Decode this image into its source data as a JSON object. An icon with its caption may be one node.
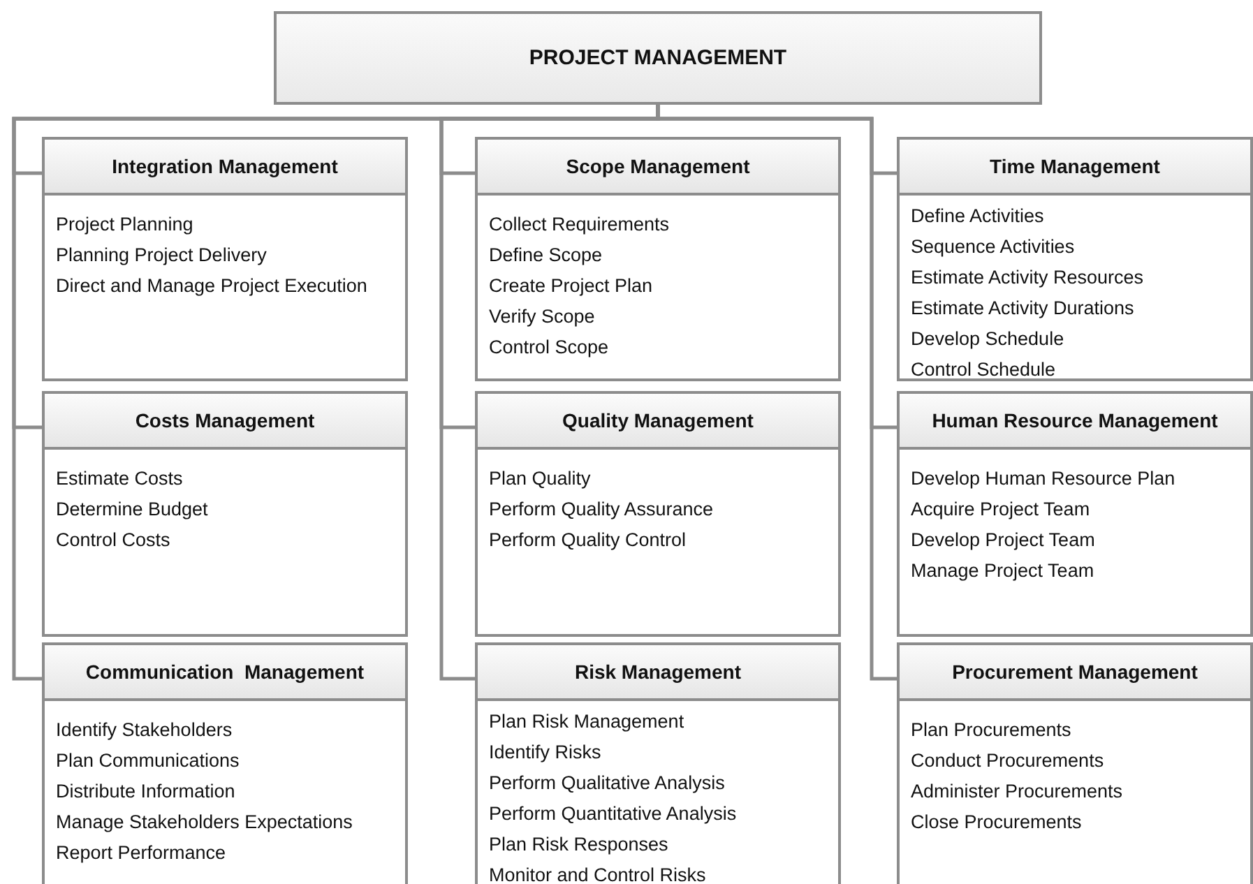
{
  "diagram": {
    "nodes": [
      {
        "text": [
          "PROJECT MANAGEMENT"
        ]
      },
      {
        "text": [
          "Integration Management",
          "Project Planning",
          "Planning Project Delivery",
          "Direct and Manage Project Execution"
        ]
      },
      {
        "text": [
          "Scope Management",
          "Collect Requirements",
          "Define Scope",
          "Create Project Plan",
          "Verify Scope",
          "Control Scope"
        ]
      },
      {
        "text": [
          "Time Management",
          "Define Activities",
          "Sequence Activities",
          "Estimate Activity Resources",
          "Estimate Activity Durations",
          "Develop Schedule",
          "Control Schedule"
        ]
      },
      {
        "text": [
          "Costs Management",
          "Estimate Costs",
          "Determine Budget",
          "Control Costs"
        ]
      },
      {
        "text": [
          "Quality Management",
          "Plan Quality",
          "Perform Quality Assurance",
          "Perform Quality Control"
        ]
      },
      {
        "text": [
          "Human Resource Management",
          "Develop Human Resource Plan",
          "Acquire Project Team",
          "Develop Project Team",
          "Manage Project Team"
        ]
      },
      {
        "text": [
          "Communication  Management",
          "Identify Stakeholders",
          "Plan Communications",
          "Distribute Information",
          "Manage Stakeholders Expectations",
          "Report Performance"
        ]
      },
      {
        "text": [
          "Risk Management",
          "Plan Risk Management",
          "Identify Risks",
          "Perform Qualitative Analysis",
          "Perform Quantitative Analysis",
          "Plan Risk Responses",
          "Monitor and Control Risks"
        ]
      },
      {
        "text": [
          "Procurement Management",
          "Plan Procurements",
          "Conduct Procurements",
          "Administer Procurements",
          "Close Procurements"
        ]
      }
    ],
    "edges": [
      {
        "from": 0,
        "to": 1,
        "arrow": "none"
      },
      {
        "from": 0,
        "to": 2,
        "arrow": "none"
      },
      {
        "from": 0,
        "to": 3,
        "arrow": "none"
      },
      {
        "from": 0,
        "to": 4,
        "arrow": "none"
      },
      {
        "from": 0,
        "to": 5,
        "arrow": "none"
      },
      {
        "from": 0,
        "to": 6,
        "arrow": "none"
      },
      {
        "from": 0,
        "to": 7,
        "arrow": "none"
      },
      {
        "from": 0,
        "to": 8,
        "arrow": "none"
      },
      {
        "from": 0,
        "to": 9,
        "arrow": "none"
      }
    ]
  }
}
